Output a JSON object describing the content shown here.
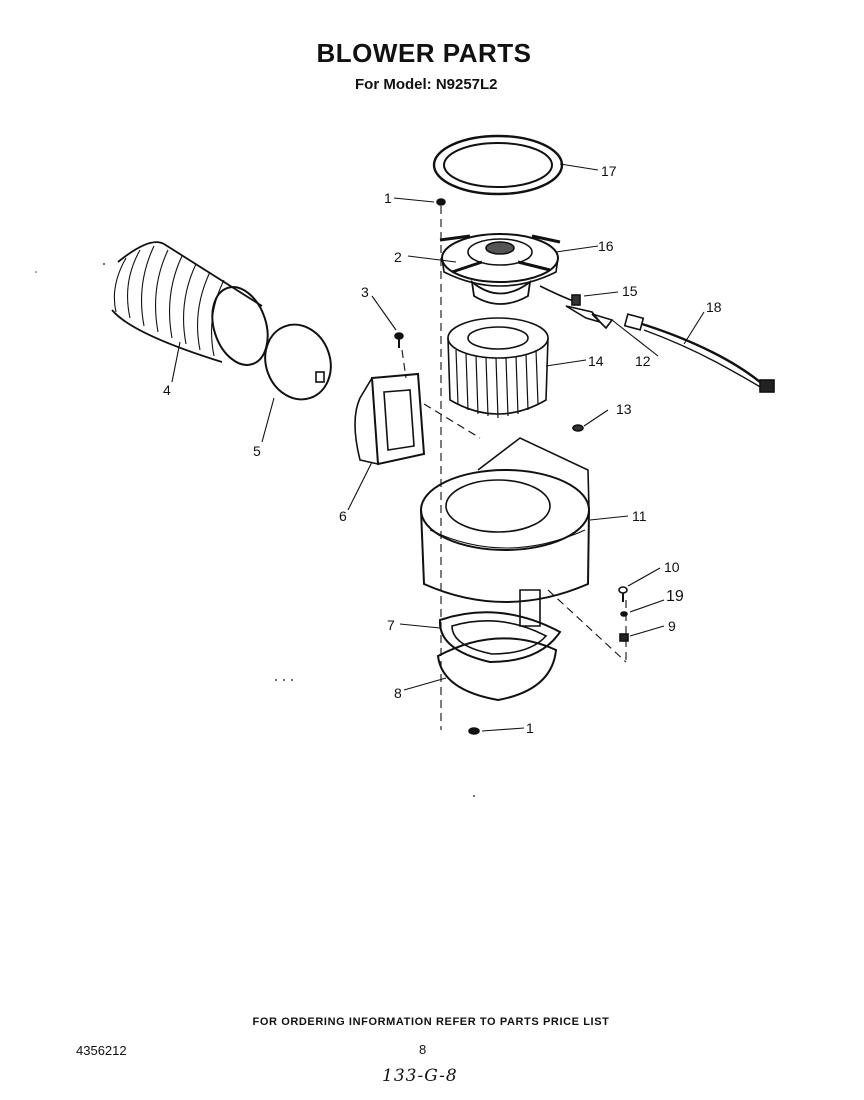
{
  "header": {
    "title": "BLOWER PARTS",
    "subtitle": "For Model: N9257L2"
  },
  "callouts": {
    "c1_top": "1",
    "c2": "2",
    "c3": "3",
    "c4": "4",
    "c5": "5",
    "c6": "6",
    "c7": "7",
    "c8": "8",
    "c9": "9",
    "c10": "10",
    "c11": "11",
    "c12": "12",
    "c13": "13",
    "c14": "14",
    "c15": "15",
    "c16": "16",
    "c17": "17",
    "c18": "18",
    "c19": "19",
    "c1_bottom": "1"
  },
  "footer": {
    "ordering_note": "FOR ORDERING INFORMATION REFER TO PARTS PRICE LIST",
    "doc_number": "4356212",
    "page_number": "8",
    "handwritten": "133-G-8"
  }
}
